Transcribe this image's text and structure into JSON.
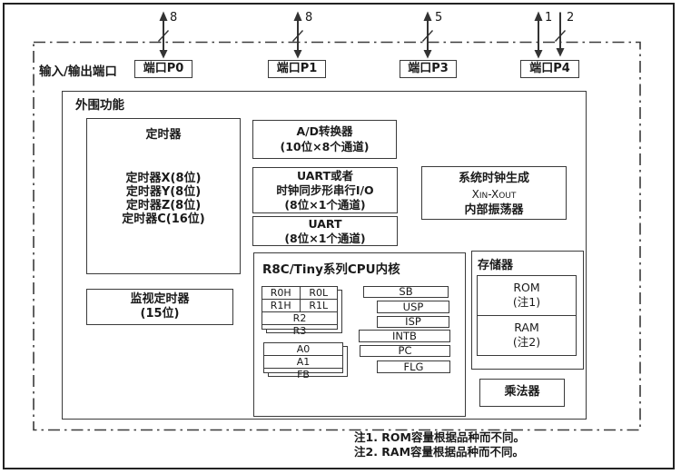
{
  "ports": {
    "io_label": "输入/输出端口",
    "items": [
      {
        "label": "端口P0",
        "bus": "8"
      },
      {
        "label": "端口P1",
        "bus": "8"
      },
      {
        "label": "端口P3",
        "bus": "5"
      },
      {
        "label": "端口P4",
        "bus1": "1",
        "bus2": "2"
      }
    ]
  },
  "peripheral": {
    "title": "外围功能",
    "timer": {
      "title": "定时器",
      "items": [
        "定时器X(8位)",
        "定时器Y(8位)",
        "定时器Z(8位)",
        "定时器C(16位)"
      ]
    },
    "watchdog": {
      "line1": "监视定时器",
      "line2": "(15位)"
    },
    "adc": {
      "line1": "A/D转换器",
      "line2": "(10位×8个通道)"
    },
    "uart_sync": {
      "line1": "UART或者",
      "line2": "时钟同步形串行I/O",
      "line3": "(8位×1个通道)"
    },
    "uart": {
      "line1": "UART",
      "line2": "(8位×1个通道)"
    },
    "clock": {
      "line1": "系统时钟生成",
      "x1": "X",
      "x1sub": "IN",
      "x2": "-X",
      "x2sub": "OUT",
      "line3": "内部振荡器"
    },
    "multiplier": "乘法器"
  },
  "cpu": {
    "title": "R8C/Tiny系列CPU内核",
    "regbank": {
      "r0h": "R0H",
      "r0l": "R0L",
      "r1h": "R1H",
      "r1l": "R1L",
      "r2": "R2",
      "r3": "R3"
    },
    "abank": {
      "a0": "A0",
      "a1": "A1",
      "fb": "FB"
    },
    "sysregs": [
      "SB",
      "USP",
      "ISP",
      "INTB",
      "PC",
      "FLG"
    ]
  },
  "memory": {
    "title": "存储器",
    "rom": {
      "line1": "ROM",
      "line2": "(注1)"
    },
    "ram": {
      "line1": "RAM",
      "line2": "(注2)"
    }
  },
  "notes": {
    "line1": "注1. ROM容量根据品种而不同。",
    "line2": "注2. RAM容量根据品种而不同。"
  },
  "colors": {
    "line": "#3a3a3a",
    "text": "#1a1a1a",
    "background": "#ffffff"
  }
}
